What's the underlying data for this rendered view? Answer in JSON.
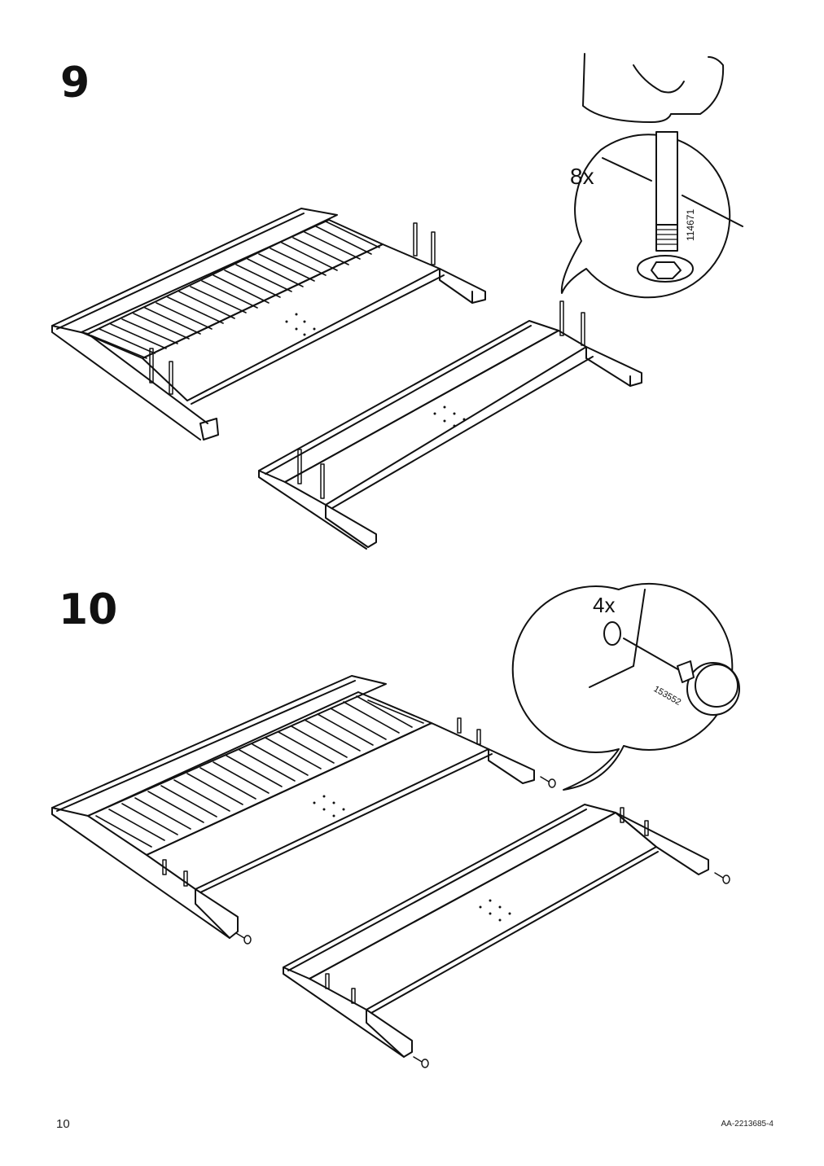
{
  "steps": [
    {
      "number": "9",
      "callout": {
        "quantity": "8x",
        "part_number": "114671"
      }
    },
    {
      "number": "10",
      "callout": {
        "quantity": "4x",
        "part_number": "153552"
      }
    }
  ],
  "footer": {
    "page_number": "10",
    "document_code": "AA-2213685-4"
  }
}
